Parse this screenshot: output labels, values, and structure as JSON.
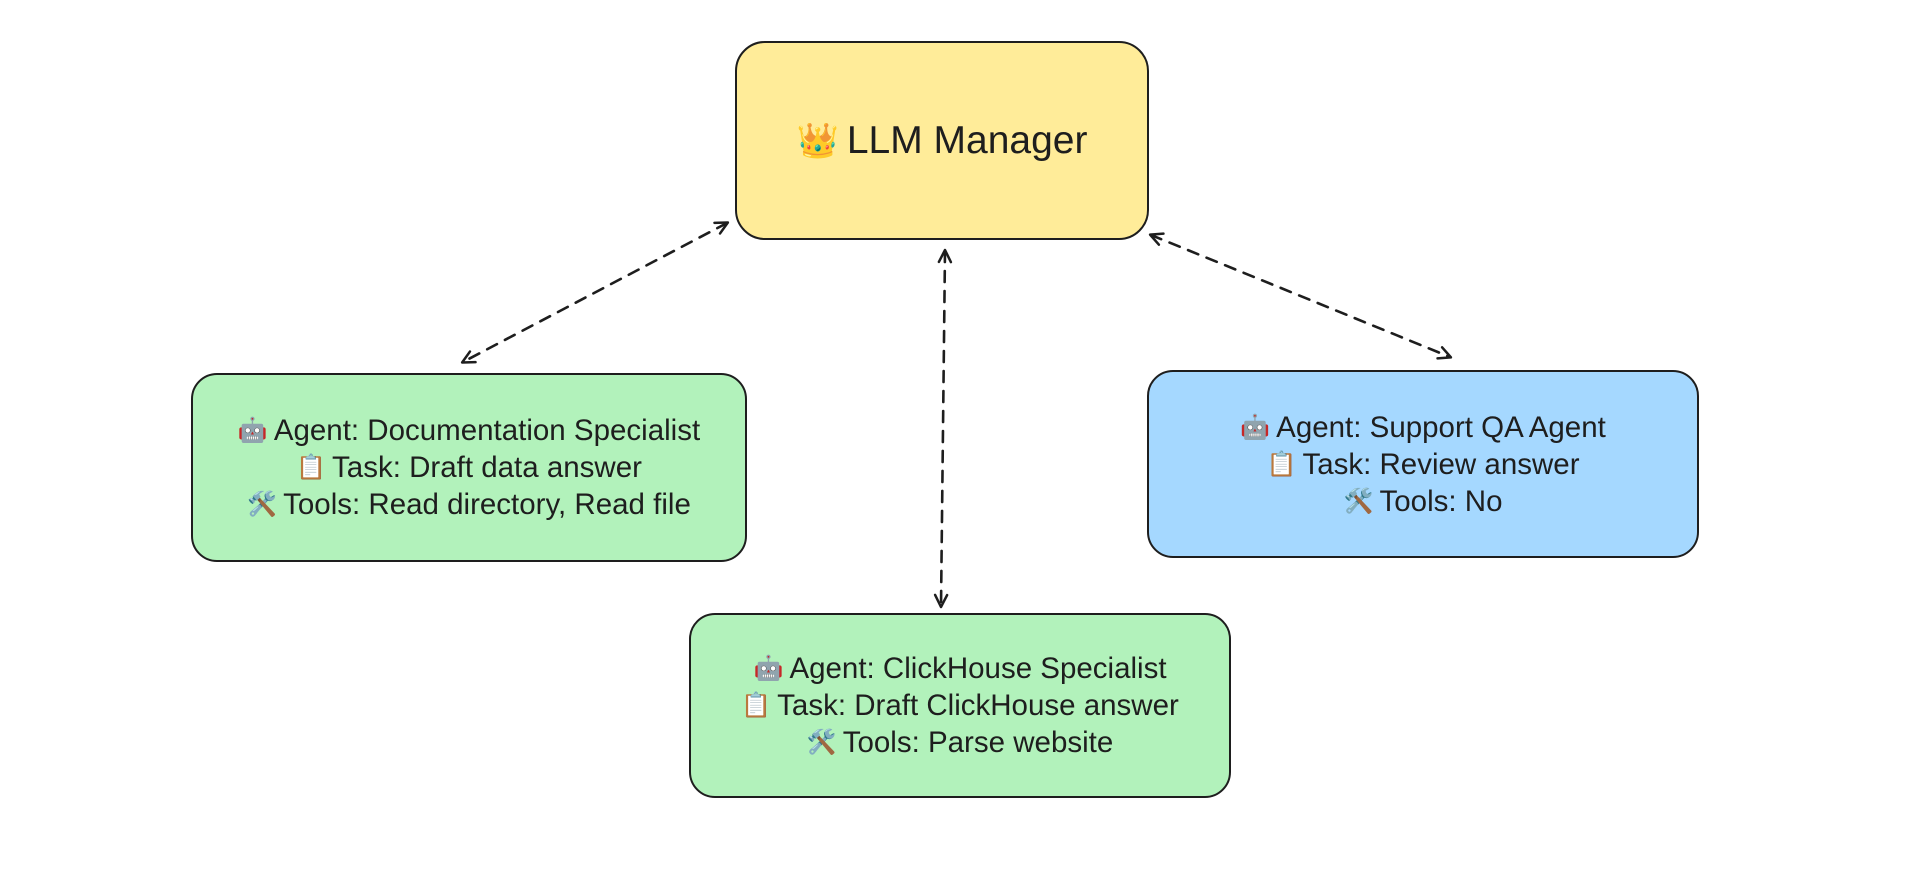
{
  "diagram": {
    "colors": {
      "manager_fill": "#ffec99",
      "agent_fill_green": "#b2f2bb",
      "agent_fill_blue": "#a5d8ff",
      "stroke": "#1e1e1e",
      "text": "#1e1e1e"
    },
    "manager": {
      "icon": "👑",
      "icon_name": "crown-icon",
      "title": "LLM Manager"
    },
    "agents": [
      {
        "id": "documentation-specialist",
        "fill": "green",
        "agent_icon": "🤖",
        "agent": "Agent: Documentation Specialist",
        "task_icon": "📋",
        "task": "Task: Draft data answer",
        "tools_icon": "🛠️",
        "tools": "Tools: Read directory, Read file"
      },
      {
        "id": "support-qa-agent",
        "fill": "blue",
        "agent_icon": "🤖",
        "agent": "Agent: Support QA Agent",
        "task_icon": "📋",
        "task": "Task: Review answer",
        "tools_icon": "🛠️",
        "tools": "Tools: No"
      },
      {
        "id": "clickhouse-specialist",
        "fill": "green",
        "agent_icon": "🤖",
        "agent": "Agent: ClickHouse Specialist",
        "task_icon": "📋",
        "task": "Task: Draft ClickHouse answer",
        "tools_icon": "🛠️",
        "tools": "Tools: Parse website"
      }
    ],
    "connections": [
      {
        "from": "LLM Manager",
        "to": "Agent: Documentation Specialist",
        "style": "dashed",
        "direction": "bidirectional"
      },
      {
        "from": "LLM Manager",
        "to": "Agent: ClickHouse Specialist",
        "style": "dashed",
        "direction": "bidirectional"
      },
      {
        "from": "LLM Manager",
        "to": "Agent: Support QA Agent",
        "style": "dashed",
        "direction": "bidirectional"
      }
    ]
  }
}
